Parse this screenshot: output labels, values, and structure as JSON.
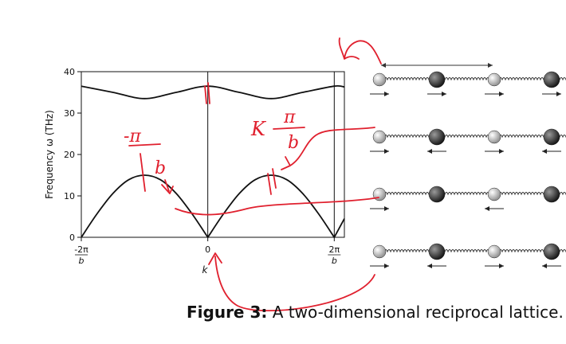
{
  "figure": {
    "caption_label": "Figure 3:",
    "caption_text": " A two-dimensional reciprocal lattice."
  },
  "chart_data": {
    "type": "line",
    "title": "",
    "xlabel": "k",
    "ylabel": "Frequency ω (THz)",
    "xlim": [
      -1,
      1.08
    ],
    "x_unit": "2π/b",
    "ylim": [
      0,
      40
    ],
    "grid": false,
    "yticks": [
      0,
      10,
      20,
      30,
      40
    ],
    "ytick_labels": [
      "0",
      "10",
      "20",
      "30",
      "40"
    ],
    "xticks": [
      -1,
      0,
      1
    ],
    "xtick_labels": [
      {
        "num": "-2π",
        "den": "b"
      },
      {
        "num": "0",
        "den": ""
      },
      {
        "num": "2π",
        "den": "b"
      }
    ],
    "vlines": [
      0,
      1
    ],
    "series": [
      {
        "branch": "optical",
        "x": [
          -1.0,
          -0.75,
          -0.5,
          -0.25,
          0.0,
          0.25,
          0.5,
          0.75,
          1.0,
          1.08
        ],
        "y": [
          36.5,
          35.0,
          33.5,
          35.0,
          36.5,
          35.0,
          33.5,
          35.0,
          36.5,
          36.3
        ]
      },
      {
        "branch": "acoustic",
        "x": [
          -1.0,
          -0.875,
          -0.75,
          -0.625,
          -0.5,
          -0.375,
          -0.25,
          -0.125,
          0.0,
          0.125,
          0.25,
          0.375,
          0.5,
          0.625,
          0.75,
          0.875,
          1.0,
          1.08
        ],
        "y": [
          0,
          5.7,
          10.6,
          13.9,
          15.0,
          13.9,
          10.6,
          5.7,
          0,
          5.7,
          10.6,
          13.9,
          15.0,
          13.9,
          10.6,
          5.7,
          0,
          4.5
        ]
      }
    ]
  },
  "annotations": {
    "neg_pi": "-π",
    "b1": "b",
    "k_label": "K",
    "pi": "π",
    "b2": "b"
  },
  "colors": {
    "ink": "#111111",
    "annotation": "#e0202e",
    "light_atom": "#cfcfcf",
    "dark_atom": "#3a3a3a",
    "spring": "#333333"
  },
  "lattice": {
    "rows": [
      {
        "arrows": [
          "right",
          "right",
          "right",
          "right"
        ]
      },
      {
        "arrows": [
          "right",
          "left",
          "right",
          "left"
        ]
      },
      {
        "arrows": [
          "right",
          "none",
          "left",
          "none"
        ]
      },
      {
        "arrows": [
          "right",
          "left",
          "right",
          "left"
        ]
      }
    ]
  }
}
